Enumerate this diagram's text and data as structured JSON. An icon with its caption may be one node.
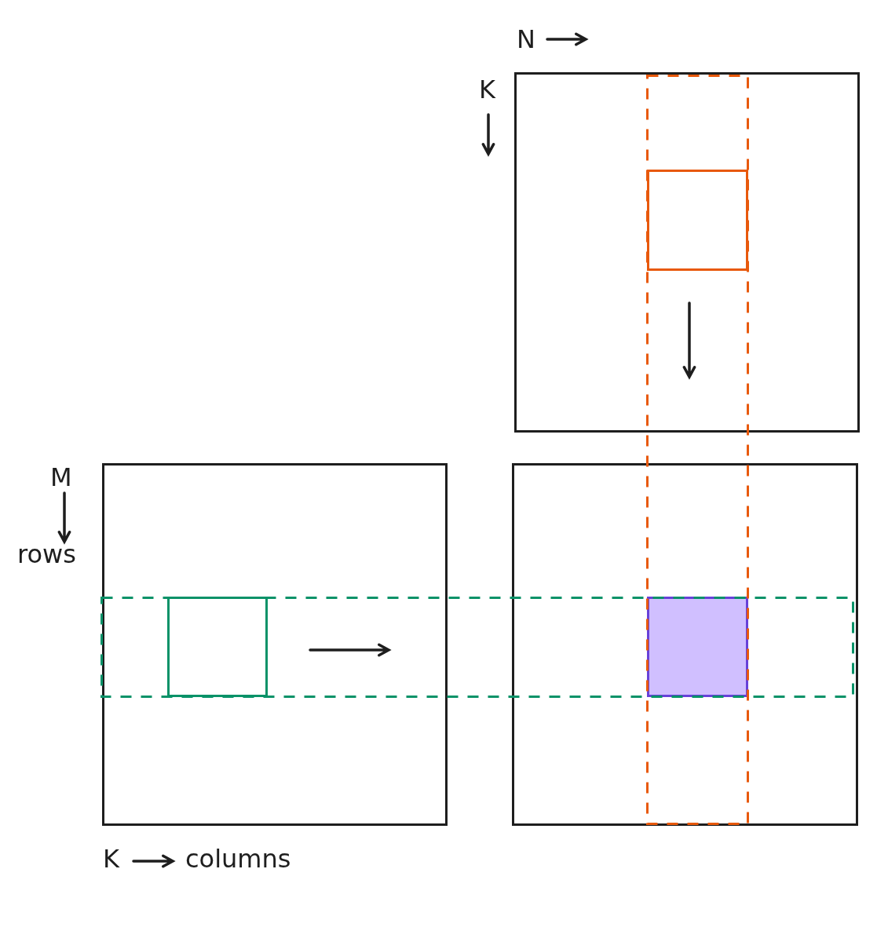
{
  "diagram": {
    "nodes": [
      {
        "text": [],
        "shape": "box"
      },
      {
        "text": [],
        "shape": "box"
      },
      {
        "text": [],
        "shape": "box"
      },
      {
        "text": [],
        "shape": "box"
      },
      {
        "text": [],
        "shape": "box"
      },
      {
        "text": [],
        "shape": "box"
      },
      {
        "text": [],
        "shape": "box"
      },
      {
        "text": [],
        "shape": "box"
      }
    ],
    "edges": [],
    "labels": [
      "N",
      "K",
      "M",
      "rows",
      "K",
      "columns"
    ]
  }
}
